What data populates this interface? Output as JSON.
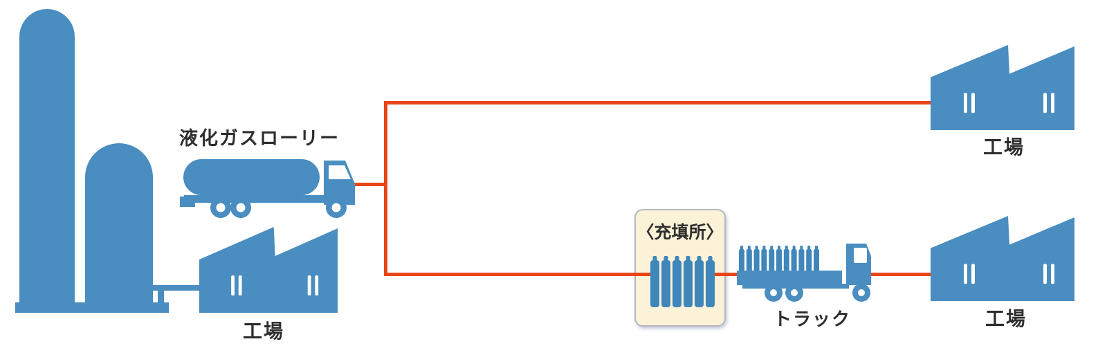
{
  "colors": {
    "shape_blue": "#4a8dc0",
    "cylinder_blue": "#3f86bb",
    "route_red": "#e94617",
    "station_box_bg": "#fbf2d7",
    "station_box_border": "#b3b7bf",
    "label_text": "#2e2e2e",
    "background": "#ffffff"
  },
  "nodes": {
    "gas_plant": {
      "storage_tank_count": 2,
      "factory_label": "工場"
    },
    "tanker_lorry": {
      "label": "液化ガスローリー"
    },
    "factory_top_right": {
      "label": "工場"
    },
    "filling_station": {
      "label": "〈充填所〉",
      "cylinder_count": 6
    },
    "cylinder_truck": {
      "label": "トラック",
      "cylinder_count": 11
    },
    "factory_bottom_right": {
      "label": "工場"
    }
  }
}
